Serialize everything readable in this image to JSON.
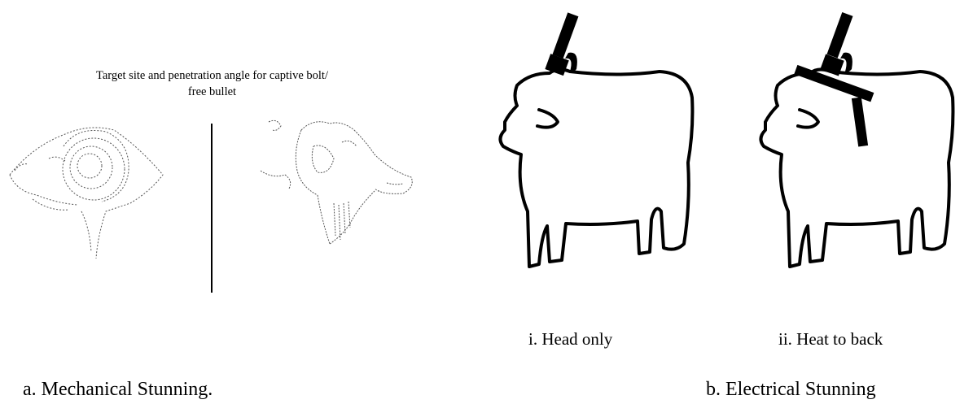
{
  "mechanical": {
    "caption": "Target site and penetration angle for captive bolt/ free bullet",
    "section_label": "a. Mechanical Stunning."
  },
  "electrical": {
    "panel_i_label": "i. Head only",
    "panel_ii_label": "ii. Heat to back",
    "section_label": "b. Electrical Stunning"
  },
  "icons": {
    "ram_head": "ram-head-sketch",
    "goat_head": "goat-head-sketch",
    "sheep_outline": "sheep-outline",
    "stunning_tongs": "electrical-tongs"
  },
  "colors": {
    "ink": "#000000",
    "sketch": "#555555",
    "background": "#ffffff"
  }
}
